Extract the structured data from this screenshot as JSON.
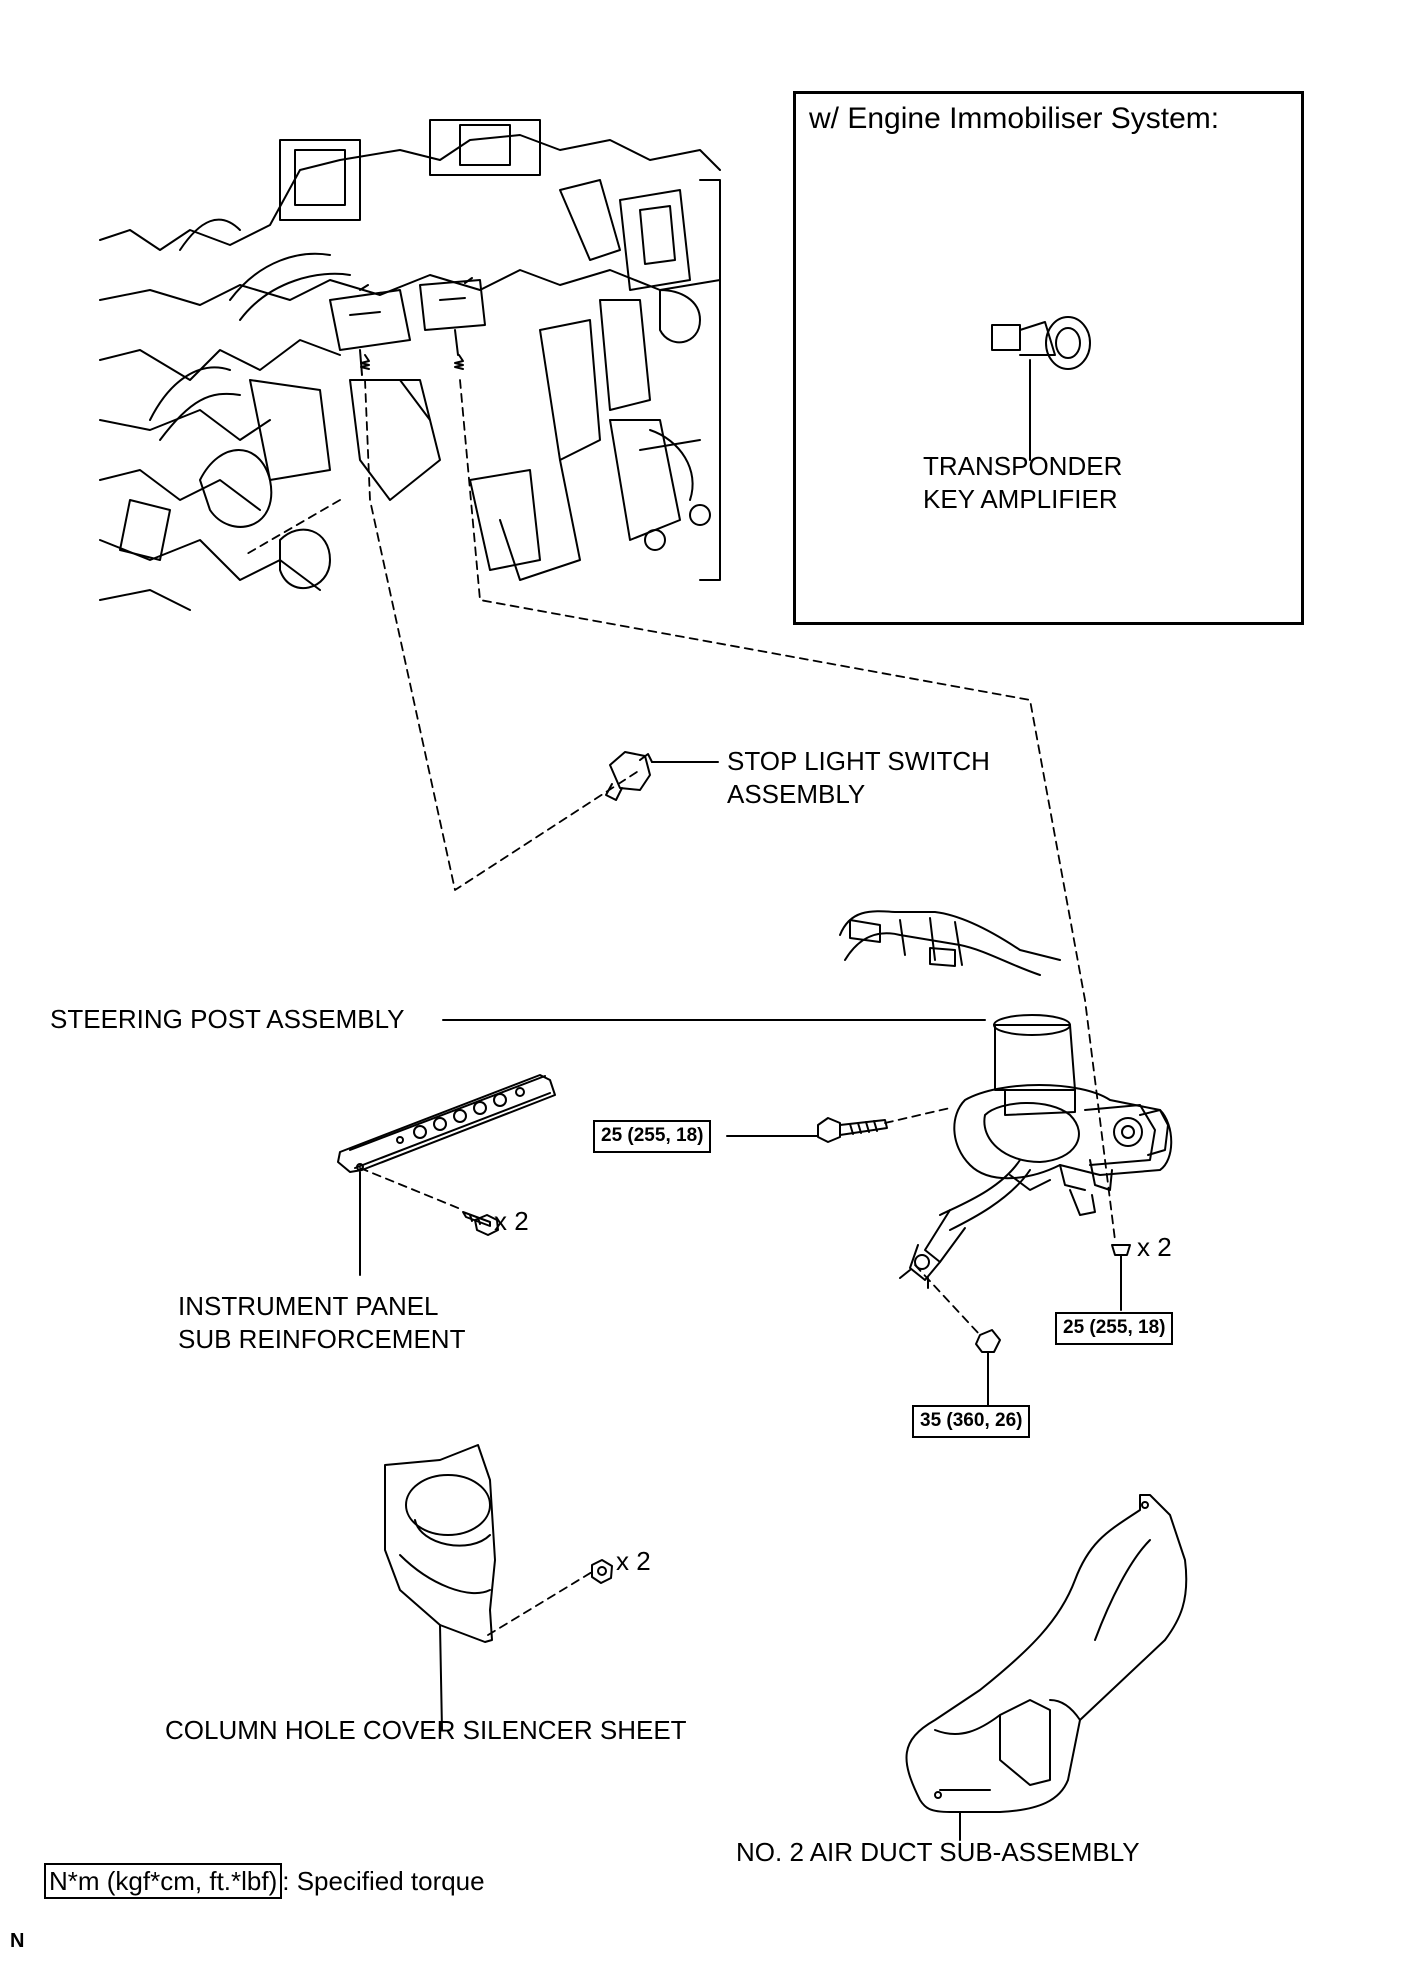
{
  "inset": {
    "title": "w/ Engine Immobiliser System:",
    "part_label_line1": "TRANSPONDER",
    "part_label_line2": "KEY AMPLIFIER"
  },
  "parts": {
    "stop_light_switch_line1": "STOP LIGHT SWITCH",
    "stop_light_switch_line2": "ASSEMBLY",
    "steering_post": "STEERING POST ASSEMBLY",
    "instrument_panel_line1": "INSTRUMENT PANEL",
    "instrument_panel_line2": "SUB REINFORCEMENT",
    "column_hole_cover": "COLUMN HOLE COVER SILENCER SHEET",
    "air_duct": "NO. 2 AIR DUCT SUB-ASSEMBLY"
  },
  "torque": {
    "bolt_long": "25 (255, 18)",
    "bolt_right": "25 (255, 18)",
    "bolt_lower": "35 (360, 26)"
  },
  "quantities": {
    "reinforcement_bolts": "x 2",
    "post_nuts": "x 2",
    "silencer_clips": "x 2"
  },
  "legend": {
    "unit": "N*m (kgf*cm, ft.*lbf)",
    "description": ": Specified torque"
  },
  "corner_mark": "N"
}
